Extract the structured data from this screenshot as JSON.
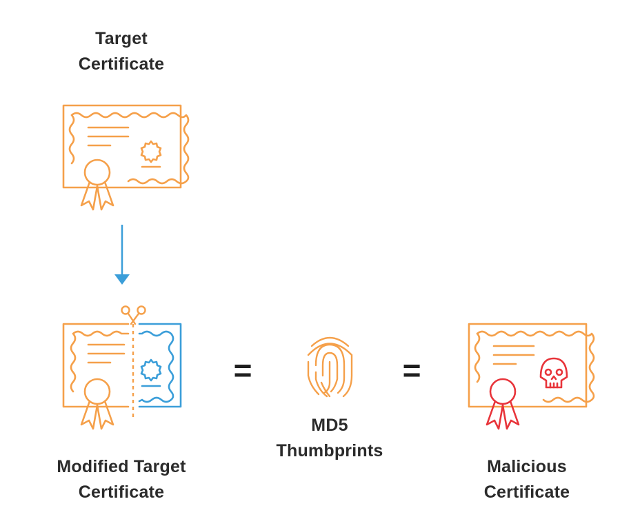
{
  "labels": {
    "target": [
      "Target",
      "Certificate"
    ],
    "modified": [
      "Modified Target",
      "Certificate"
    ],
    "md5": [
      "MD5",
      "Thumbprints"
    ],
    "malicious": [
      "Malicious",
      "Certificate"
    ]
  },
  "equals": [
    "=",
    "="
  ],
  "colors": {
    "orange": "#f5a04a",
    "blue": "#3b9ed9",
    "red": "#e8343a",
    "text": "#2b2b2b"
  },
  "icons": [
    "certificate-icon",
    "down-arrow-icon",
    "scissors-icon",
    "fingerprint-icon",
    "skull-icon"
  ]
}
